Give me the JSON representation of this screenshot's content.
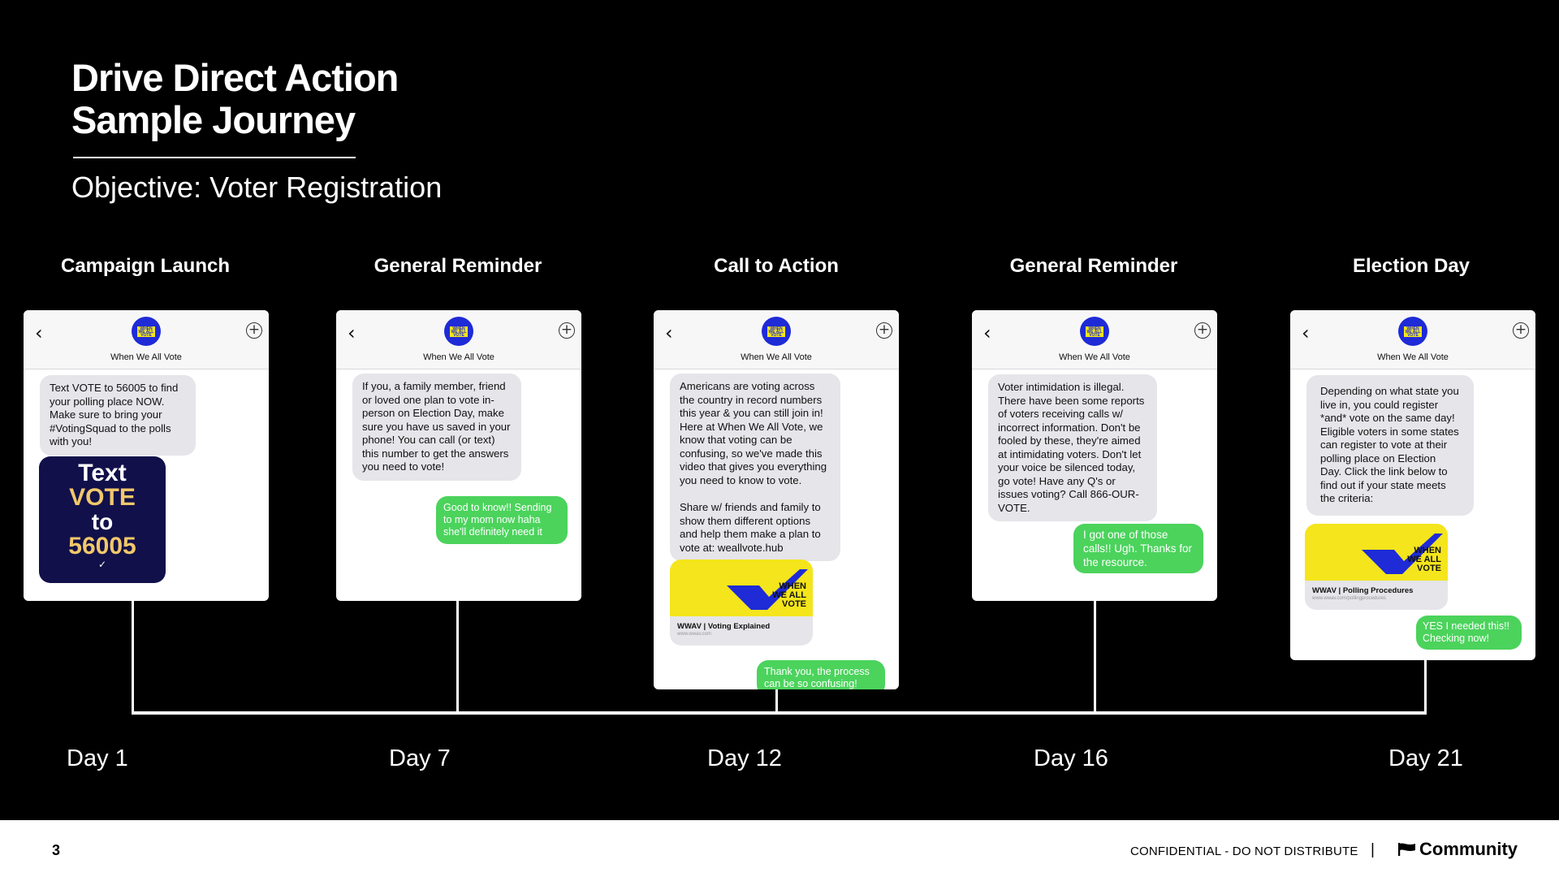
{
  "slide": {
    "title_line1": "Drive Direct Action",
    "title_line2": "Sample Journey",
    "objective": "Objective: Voter Registration"
  },
  "stages": [
    {
      "title": "Campaign Launch",
      "day": "Day 1"
    },
    {
      "title": "General Reminder",
      "day": "Day 7"
    },
    {
      "title": "Call to Action",
      "day": "Day 12"
    },
    {
      "title": "General Reminder",
      "day": "Day 16"
    },
    {
      "title": "Election Day",
      "day": "Day 21"
    }
  ],
  "contact": {
    "name": "When We All Vote",
    "avatar_text": "WHEN WE ALL VOTE"
  },
  "icons": {
    "back": "chevron-left-icon",
    "add": "plus-circle-icon"
  },
  "phones": {
    "p1": {
      "in1": "Text VOTE to 56005 to find your polling place NOW. Make sure to bring your #VotingSquad to the polls with you!",
      "media_l1": "Text",
      "media_l2": "VOTE",
      "media_l3": "to",
      "media_l4": "56005"
    },
    "p2": {
      "in1": "If you, a family member, friend or loved one plan to vote in-person on Election Day, make sure you have us saved in your phone! You can call (or text) this number to get the answers you need to vote!",
      "out1": "Good to know!! Sending to my mom now haha she'll definitely need it"
    },
    "p3": {
      "in1": "Americans are voting across the country in record numbers this year & you can still join in! Here at When We All Vote, we know that voting can be confusing, so we've made this video that gives you everything you need to know to vote.",
      "in2": "Share w/ friends and family to show them different options and help them make a plan to vote at: weallvote.hub",
      "card_title": "WWAV | Voting Explained",
      "card_url": "www.wwav.com",
      "out1": "Thank you, the process can be so confusing!"
    },
    "p4": {
      "in1": "Voter intimidation is illegal. There have been some reports of voters receiving calls w/ incorrect information. Don't be fooled by these, they're aimed at intimidating voters. Don't let your voice be silenced today, go vote! Have any Q's or issues voting? Call 866-OUR-VOTE.",
      "out1": "I got one of those calls!! Ugh. Thanks for the resource."
    },
    "p5": {
      "in1": "Depending on what state you live in, you could register *and* vote on the same day! Eligible voters in some states can register to vote at their polling place on Election Day. Click the link below to find out if your state meets the criteria:",
      "card_title": "WWAV | Polling Procedures",
      "card_url": "www.wwav.com/pollingprocedures",
      "out1": "YES I needed this!! Checking now!"
    }
  },
  "card_brand": {
    "l1": "WHEN",
    "l2": "WE ALL",
    "l3": "VOTE"
  },
  "footer": {
    "page": "3",
    "confidential": "CONFIDENTIAL -  DO NOT DISTRIBUTE",
    "separator": "|",
    "brand": "Community"
  },
  "colors": {
    "background": "#000000",
    "incoming_bubble": "#e5e5ea",
    "outgoing_bubble": "#4bd35c",
    "brand_yellow": "#f4e51c",
    "brand_blue": "#1e2bd6"
  }
}
